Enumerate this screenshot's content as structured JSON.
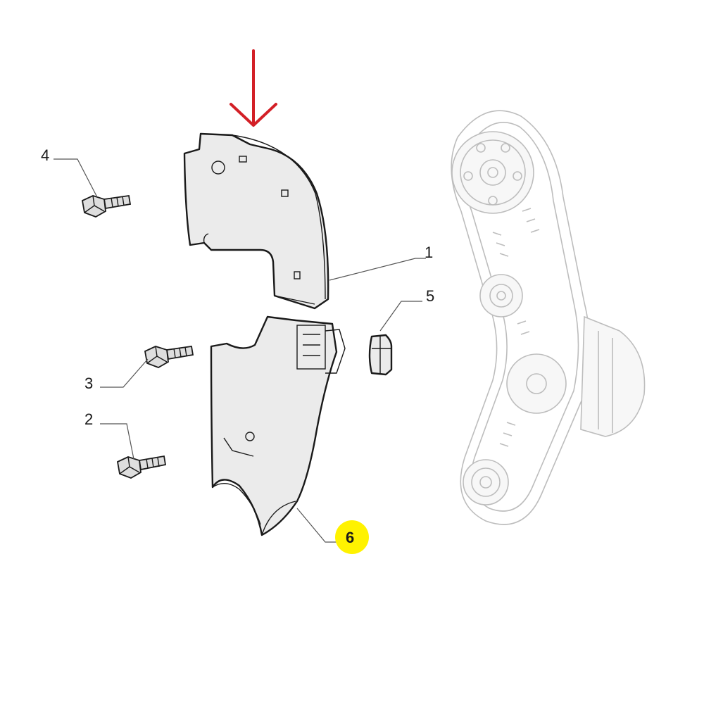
{
  "callouts": [
    {
      "id": "1",
      "label": "1",
      "highlighted": false
    },
    {
      "id": "2",
      "label": "2",
      "highlighted": false
    },
    {
      "id": "3",
      "label": "3",
      "highlighted": false
    },
    {
      "id": "4",
      "label": "4",
      "highlighted": false
    },
    {
      "id": "5",
      "label": "5",
      "highlighted": false
    },
    {
      "id": "6",
      "label": "6",
      "highlighted": true
    }
  ],
  "colors": {
    "arrow": "#d31f26",
    "highlight": "#fff200",
    "line": "#1a1a1a",
    "background_drawing": "#bdbdbd"
  }
}
